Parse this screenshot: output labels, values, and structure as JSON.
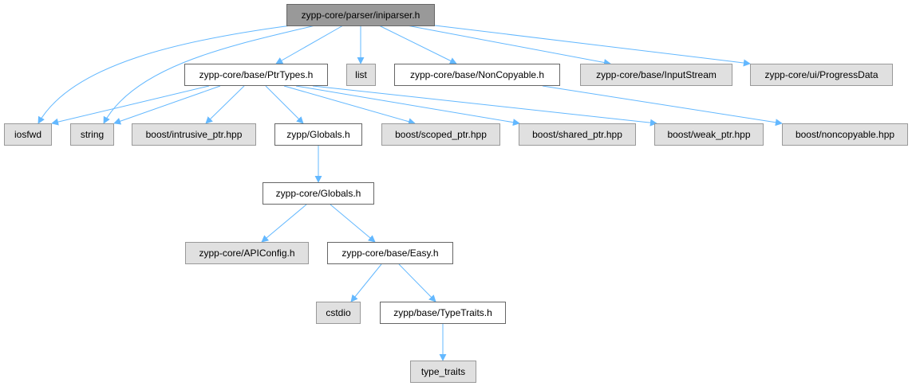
{
  "colors": {
    "edge": "#63b8ff",
    "root_fill": "#999999",
    "local_fill": "#ffffff",
    "external_fill": "#e0e0e0",
    "border": "#666666"
  },
  "nodes": {
    "root": "zypp-core/parser/iniparser.h",
    "ptrtypes": "zypp-core/base/PtrTypes.h",
    "list": "list",
    "noncopyable": "zypp-core/base/NonCopyable.h",
    "inputstream": "zypp-core/base/InputStream",
    "progressdata": "zypp-core/ui/ProgressData",
    "iosfwd": "iosfwd",
    "string": "string",
    "intrusive_ptr": "boost/intrusive_ptr.hpp",
    "zypp_globals": "zypp/Globals.h",
    "scoped_ptr": "boost/scoped_ptr.hpp",
    "shared_ptr": "boost/shared_ptr.hpp",
    "weak_ptr": "boost/weak_ptr.hpp",
    "boost_noncopyable": "boost/noncopyable.hpp",
    "core_globals": "zypp-core/Globals.h",
    "apiconfig": "zypp-core/APIConfig.h",
    "easy": "zypp-core/base/Easy.h",
    "cstdio": "cstdio",
    "typetraits": "zypp/base/TypeTraits.h",
    "type_traits": "type_traits"
  }
}
